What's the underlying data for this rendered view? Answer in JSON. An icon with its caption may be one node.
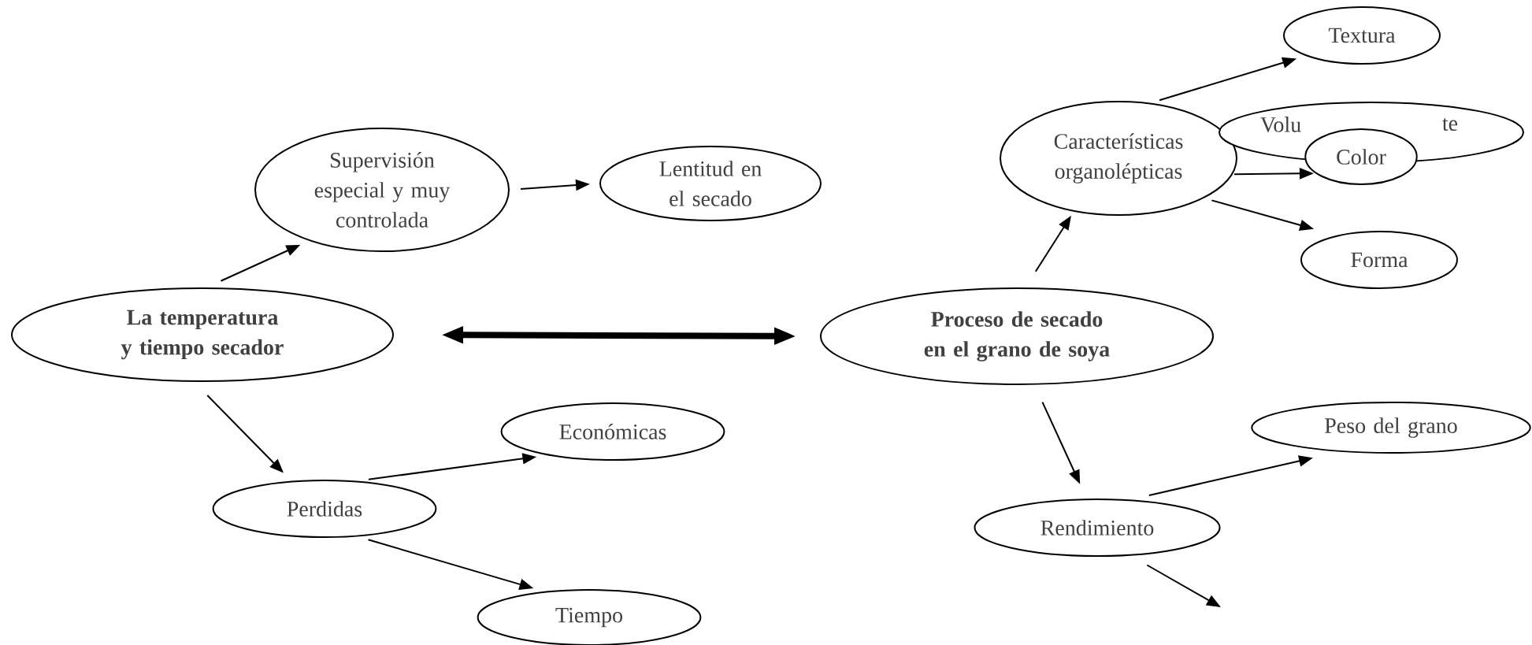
{
  "diagram": {
    "nodes": [
      {
        "text": [
          "La temperatura y tiempo secador"
        ]
      },
      {
        "text": [
          "Supervisión especial y muy controlada"
        ]
      },
      {
        "text": [
          "Lentitud en el secado"
        ]
      },
      {
        "text": [
          "Perdidas"
        ]
      },
      {
        "text": [
          "Económicas"
        ]
      },
      {
        "text": [
          "Tiempo"
        ]
      },
      {
        "text": [
          "Proceso de secado en el grano de soya"
        ]
      },
      {
        "text": [
          "Características organolépticas"
        ]
      },
      {
        "text": [
          "Textura"
        ]
      },
      {
        "text": [
          "Volu",
          "te"
        ]
      },
      {
        "text": [
          "Color"
        ]
      },
      {
        "text": [
          "Forma"
        ]
      },
      {
        "text": [
          "Rendimiento"
        ]
      },
      {
        "text": [
          "Peso del grano"
        ]
      }
    ],
    "edges": [
      {
        "from": 0,
        "to": 1,
        "arrow": "to"
      },
      {
        "from": 1,
        "to": 2,
        "arrow": "to"
      },
      {
        "from": 0,
        "to": 3,
        "arrow": "to"
      },
      {
        "from": 3,
        "to": 4,
        "arrow": "to"
      },
      {
        "from": 3,
        "to": 5,
        "arrow": "to"
      },
      {
        "from": 0,
        "to": 6,
        "arrow": "both",
        "style": "thick"
      },
      {
        "from": 6,
        "to": 7,
        "arrow": "to"
      },
      {
        "from": 7,
        "to": 8,
        "arrow": "to"
      },
      {
        "from": 7,
        "to": 10,
        "arrow": "to"
      },
      {
        "from": 7,
        "to": 11,
        "arrow": "to"
      },
      {
        "from": 6,
        "to": 12,
        "arrow": "to"
      },
      {
        "from": 12,
        "to": 13,
        "arrow": "to"
      },
      {
        "from": 12,
        "to": null,
        "arrow": "to"
      }
    ]
  }
}
